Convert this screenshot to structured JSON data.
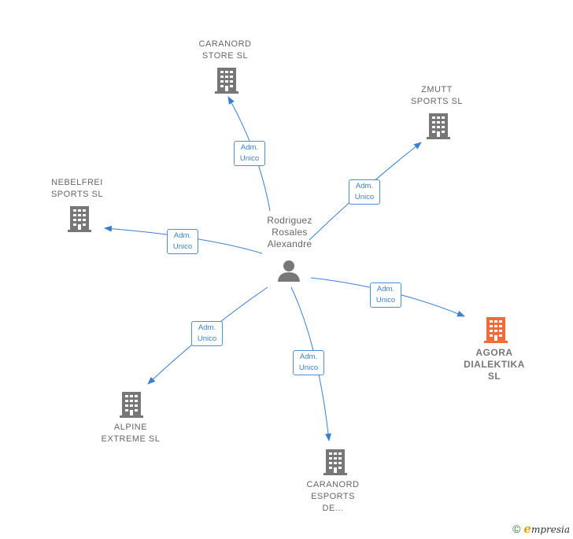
{
  "person": {
    "name": "Rodriguez\nRosales\nAlexandre"
  },
  "relation_label": {
    "line1": "Adm.",
    "line2": "Unico"
  },
  "companies": [
    {
      "id": "caranord-store",
      "label": "CARANORD\nSTORE  SL"
    },
    {
      "id": "zmutt",
      "label": "ZMUTT\nSPORTS  SL"
    },
    {
      "id": "nebelfrei",
      "label": "NEBELFREI\nSPORTS  SL"
    },
    {
      "id": "agora",
      "label": "AGORA\nDIALEKTIKA\nSL"
    },
    {
      "id": "alpine",
      "label": "ALPINE\nEXTREME  SL"
    },
    {
      "id": "caranord-esports",
      "label": "CARANORD\nESPORTS\nDE..."
    }
  ],
  "colors": {
    "edge": "#3a80d0",
    "building": "#777777",
    "focus_building": "#f26b3a"
  },
  "footer": {
    "copyright": "©",
    "brand_initial": "e",
    "brand_rest": "mpresia"
  }
}
